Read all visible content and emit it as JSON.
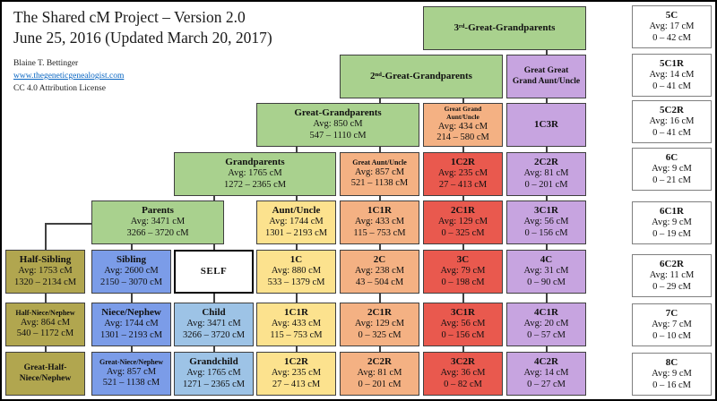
{
  "header": {
    "title_line1": "The Shared cM Project – Version 2.0",
    "title_line2": "June 25, 2016 (Updated March 20, 2017)",
    "author": "Blaine T. Bettinger",
    "website": "www.thegeneticgenealogist.com",
    "license": "CC 4.0 Attribution License"
  },
  "palette": {
    "green": "#a9d18e",
    "purple": "#c7a4e0",
    "orange": "#f4b183",
    "red": "#e9594e",
    "yellow": "#fce28e",
    "olive": "#b1a64f",
    "blue": "#7b9ce8",
    "lightblue": "#9dc3e6",
    "white": "#ffffff"
  },
  "line_color": "#404040",
  "tree": {
    "boxes": [
      {
        "id": "3rd-great-grandparents",
        "label": "3ʳᵈ-Great-Grandparents",
        "color": "green",
        "row": 0,
        "col": 5,
        "span": 2
      },
      {
        "id": "2nd-great-grandparents",
        "label": "2ⁿᵈ-Great-Grandparents",
        "color": "green",
        "row": 1,
        "col": 4,
        "span": 2
      },
      {
        "id": "great-great-grand-aunt-uncle",
        "label": "Great Great\nGrand Aunt/Uncle",
        "color": "purple",
        "row": 1,
        "col": 6
      },
      {
        "id": "great-grandparents",
        "label": "Great-Grandparents",
        "avg": "Avg: 850 cM",
        "range": "547 – 1110 cM",
        "color": "green",
        "row": 2,
        "col": 3,
        "span": 2
      },
      {
        "id": "great-grand-aunt-uncle",
        "label": "Great Grand\nAunt/Uncle",
        "avg": "Avg: 434 cM",
        "range": "214 – 580 cM",
        "color": "orange",
        "row": 2,
        "col": 5
      },
      {
        "id": "1c3r",
        "label": "1C3R",
        "color": "purple",
        "row": 2,
        "col": 6
      },
      {
        "id": "grandparents",
        "label": "Grandparents",
        "avg": "Avg: 1765 cM",
        "range": "1272 – 2365 cM",
        "color": "green",
        "row": 3,
        "col": 2,
        "span": 2
      },
      {
        "id": "great-aunt-uncle",
        "label": "Great Aunt/Uncle",
        "avg": "Avg: 857 cM",
        "range": "521 – 1138 cM",
        "color": "orange",
        "row": 3,
        "col": 4
      },
      {
        "id": "1c2r-upper",
        "label": "1C2R",
        "avg": "Avg: 235 cM",
        "range": "27 – 413 cM",
        "color": "red",
        "row": 3,
        "col": 5
      },
      {
        "id": "2c2r-upper",
        "label": "2C2R",
        "avg": "Avg: 81 cM",
        "range": "0 – 201 cM",
        "color": "purple",
        "row": 3,
        "col": 6
      },
      {
        "id": "parents",
        "label": "Parents",
        "avg": "Avg: 3471 cM",
        "range": "3266 – 3720 cM",
        "color": "green",
        "row": 4,
        "col": 1,
        "span": 2,
        "w": 148
      },
      {
        "id": "aunt-uncle",
        "label": "Aunt/Uncle",
        "avg": "Avg: 1744 cM",
        "range": "1301 – 2193 cM",
        "color": "yellow",
        "row": 4,
        "col": 3
      },
      {
        "id": "1c1r-upper",
        "label": "1C1R",
        "avg": "Avg: 433 cM",
        "range": "115 – 753 cM",
        "color": "orange",
        "row": 4,
        "col": 4
      },
      {
        "id": "2c1r-upper",
        "label": "2C1R",
        "avg": "Avg: 129 cM",
        "range": "0 – 325 cM",
        "color": "red",
        "row": 4,
        "col": 5
      },
      {
        "id": "3c1r-upper",
        "label": "3C1R",
        "avg": "Avg: 56 cM",
        "range": "0 – 156 cM",
        "color": "purple",
        "row": 4,
        "col": 6
      },
      {
        "id": "half-sibling",
        "label": "Half-Sibling",
        "avg": "Avg: 1753 cM",
        "range": "1320 – 2134 cM",
        "color": "olive",
        "row": 5,
        "col": 0
      },
      {
        "id": "sibling",
        "label": "Sibling",
        "avg": "Avg: 2600 cM",
        "range": "2150 – 3070 cM",
        "color": "blue",
        "row": 5,
        "col": 1
      },
      {
        "id": "self",
        "label": "SELF",
        "color": "white",
        "row": 5,
        "col": 2
      },
      {
        "id": "1c",
        "label": "1C",
        "avg": "Avg: 880 cM",
        "range": "533 – 1379 cM",
        "color": "yellow",
        "row": 5,
        "col": 3
      },
      {
        "id": "2c",
        "label": "2C",
        "avg": "Avg: 238 cM",
        "range": "43 – 504 cM",
        "color": "orange",
        "row": 5,
        "col": 4
      },
      {
        "id": "3c",
        "label": "3C",
        "avg": "Avg: 79 cM",
        "range": "0 – 198 cM",
        "color": "red",
        "row": 5,
        "col": 5
      },
      {
        "id": "4c",
        "label": "4C",
        "avg": "Avg: 31 cM",
        "range": "0 – 90 cM",
        "color": "purple",
        "row": 5,
        "col": 6
      },
      {
        "id": "half-niece-nephew",
        "label": "Half-Niece/Nephew",
        "avg": "Avg: 864 cM",
        "range": "540 – 1172 cM",
        "color": "olive",
        "row": 6,
        "col": 0
      },
      {
        "id": "niece-nephew",
        "label": "Niece/Nephew",
        "avg": "Avg: 1744 cM",
        "range": "1301 – 2193 cM",
        "color": "blue",
        "row": 6,
        "col": 1
      },
      {
        "id": "child",
        "label": "Child",
        "avg": "Avg: 3471 cM",
        "range": "3266 – 3720 cM",
        "color": "lightblue",
        "row": 6,
        "col": 2
      },
      {
        "id": "1c1r-lower",
        "label": "1C1R",
        "avg": "Avg: 433 cM",
        "range": "115 – 753 cM",
        "color": "yellow",
        "row": 6,
        "col": 3
      },
      {
        "id": "2c1r-lower",
        "label": "2C1R",
        "avg": "Avg: 129 cM",
        "range": "0 – 325 cM",
        "color": "orange",
        "row": 6,
        "col": 4
      },
      {
        "id": "3c1r-lower",
        "label": "3C1R",
        "avg": "Avg: 56 cM",
        "range": "0 – 156 cM",
        "color": "red",
        "row": 6,
        "col": 5
      },
      {
        "id": "4c1r",
        "label": "4C1R",
        "avg": "Avg: 20 cM",
        "range": "0 – 57 cM",
        "color": "purple",
        "row": 6,
        "col": 6
      },
      {
        "id": "great-half-niece-nephew",
        "label": "Great-Half-\nNiece/Nephew",
        "color": "olive",
        "row": 7,
        "col": 0
      },
      {
        "id": "great-niece-nephew",
        "label": "Great-Niece/Nephew",
        "avg": "Avg: 857 cM",
        "range": "521 – 1138 cM",
        "color": "blue",
        "row": 7,
        "col": 1
      },
      {
        "id": "grandchild",
        "label": "Grandchild",
        "avg": "Avg: 1765 cM",
        "range": "1271 – 2365 cM",
        "color": "lightblue",
        "row": 7,
        "col": 2
      },
      {
        "id": "1c2r-lower",
        "label": "1C2R",
        "avg": "Avg: 235 cM",
        "range": "27 – 413 cM",
        "color": "yellow",
        "row": 7,
        "col": 3
      },
      {
        "id": "2c2r-lower",
        "label": "2C2R",
        "avg": "Avg: 81 cM",
        "range": "0 – 201 cM",
        "color": "orange",
        "row": 7,
        "col": 4
      },
      {
        "id": "3c2r",
        "label": "3C2R",
        "avg": "Avg: 36 cM",
        "range": "0 – 82 cM",
        "color": "red",
        "row": 7,
        "col": 5
      },
      {
        "id": "4c2r",
        "label": "4C2R",
        "avg": "Avg: 14 cM",
        "range": "0 – 27 cM",
        "color": "purple",
        "row": 7,
        "col": 6
      }
    ],
    "connectors": [
      [
        6,
        1
      ],
      [
        4,
        2
      ],
      [
        5,
        2
      ],
      [
        6,
        2
      ],
      [
        3,
        3
      ],
      [
        4,
        3
      ],
      [
        5,
        3
      ],
      [
        6,
        3
      ],
      [
        2,
        4
      ],
      [
        3,
        4
      ],
      [
        4,
        4
      ],
      [
        5,
        4
      ],
      [
        6,
        4
      ],
      [
        1,
        5
      ],
      [
        2,
        5
      ],
      [
        3,
        5
      ],
      [
        4,
        5
      ],
      [
        5,
        5
      ],
      [
        6,
        5
      ],
      [
        0,
        6
      ],
      [
        1,
        6
      ],
      [
        2,
        6
      ],
      [
        3,
        6
      ],
      [
        4,
        6
      ],
      [
        5,
        6
      ],
      [
        6,
        6
      ],
      [
        0,
        7
      ],
      [
        1,
        7
      ],
      [
        2,
        7
      ],
      [
        3,
        7
      ],
      [
        4,
        7
      ],
      [
        5,
        7
      ],
      [
        6,
        7
      ]
    ]
  },
  "side_column": [
    {
      "id": "5c",
      "label": "5C",
      "avg": "Avg: 17 cM",
      "range": "0 – 42 cM"
    },
    {
      "id": "5c1r",
      "label": "5C1R",
      "avg": "Avg: 14 cM",
      "range": "0 – 41 cM"
    },
    {
      "id": "5c2r",
      "label": "5C2R",
      "avg": "Avg: 16 cM",
      "range": "0 – 41 cM"
    },
    {
      "id": "6c",
      "label": "6C",
      "avg": "Avg: 9 cM",
      "range": "0 – 21 cM"
    },
    {
      "id": "6c1r",
      "label": "6C1R",
      "avg": "Avg: 9 cM",
      "range": "0 – 19 cM"
    },
    {
      "id": "6c2r",
      "label": "6C2R",
      "avg": "Avg: 11 cM",
      "range": "0 – 29 cM"
    },
    {
      "id": "7c",
      "label": "7C",
      "avg": "Avg: 7 cM",
      "range": "0 – 10 cM"
    },
    {
      "id": "8c",
      "label": "8C",
      "avg": "Avg: 9 cM",
      "range": "0 – 16 cM"
    }
  ]
}
